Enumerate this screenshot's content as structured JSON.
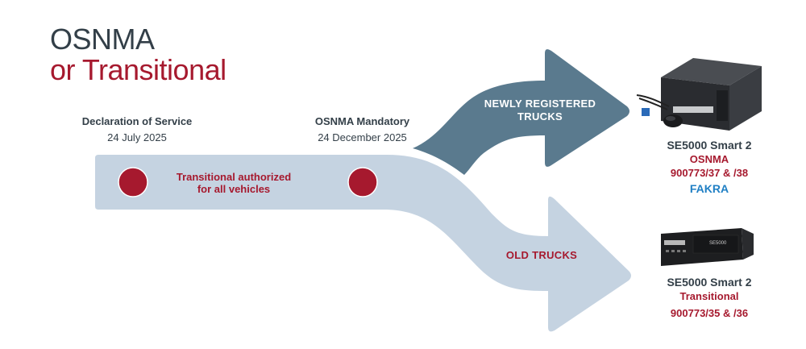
{
  "title": {
    "line1": "OSNMA",
    "line2": "or Transitional"
  },
  "colors": {
    "dark_slate": "#333f48",
    "brand_red": "#a6192e",
    "light_arrow": "#c5d3e1",
    "dark_arrow": "#5a7a8e",
    "fakra_blue": "#1f7fc4"
  },
  "milestones": [
    {
      "title": "Declaration of Service",
      "date": "24 July 2025"
    },
    {
      "title": "OSNMA Mandatory",
      "date": "24 December 2025"
    }
  ],
  "flow": {
    "band_text_line1": "Transitional authorized",
    "band_text_line2": "for all vehicles"
  },
  "arrows": {
    "upper_line1": "NEWLY REGISTERED",
    "upper_line2": "TRUCKS",
    "lower": "OLD TRUCKS"
  },
  "products": [
    {
      "name": "SE5000 Smart 2",
      "variant": "OSNMA",
      "part_numbers": "900773/37 & /38",
      "connector": "FAKRA"
    },
    {
      "name": "SE5000 Smart 2",
      "variant": "Transitional",
      "part_numbers": "900773/35 & /36"
    }
  ]
}
